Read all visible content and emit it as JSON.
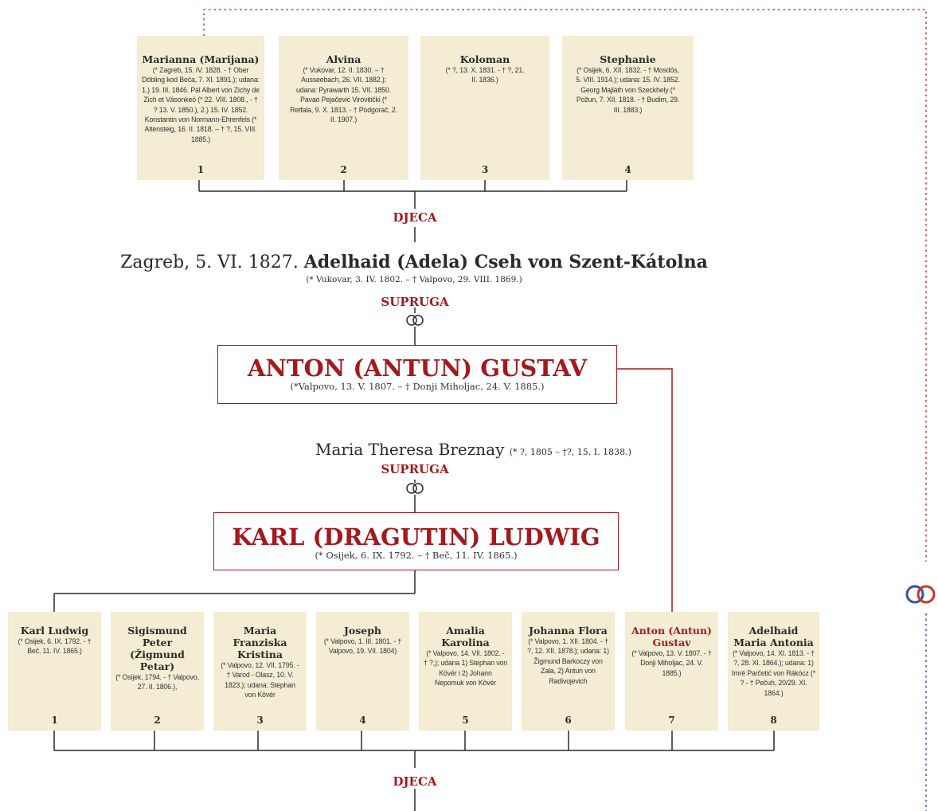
{
  "top_children": [
    {
      "name": "Marianna (Marijana)",
      "info": "(* Zagreb, 15. IV. 1828. - † Ober Döbling kod Beča, 7. XI. 1891.); udana: 1.) 19. III. 1846. Pál Albert von Zichy de Zich et Vásonkeö (* 22. VIII. 1808., - † ? 13. V. 1850.), 2.) 15. IV. 1852. Konstantin von Normann-Ehrenfels (* Altensteig, 16. II. 1818. – † ?, 15. VIII. 1885.)",
      "num": "1"
    },
    {
      "name": "Alvina",
      "info": "(* Vukovar, 12. II. 1830. – † Ausseebach, 26. VII. 1882.); udana: Pyrawarth 15. VII. 1850. Pavao Pejačević Virovitički (* Retfala, 9. X. 1813. - † Podgorač, 2. II. 1907.)",
      "num": "2"
    },
    {
      "name": "Koloman",
      "info": "(* ?, 13. X. 1831. - † ?, 21. II. 1836.)",
      "num": "3"
    },
    {
      "name": "Stephanie",
      "info": "(* Osijek, 6. XII. 1832. - † Mosdós, 5. VIII. 1914.); udana: 15. IV. 1852. Georg Majláth von Szeckhely (* Požun, 7. XII. 1818. - † Budim, 29. III. 1883.)",
      "num": "4"
    }
  ],
  "labels": {
    "djeca_top": "DJECA",
    "supruga_1": "SUPRUGA",
    "supruga_2": "SUPRUGA",
    "djeca_bottom": "DJECA"
  },
  "wife_1": {
    "place_date": "Zagreb, 5. VI. 1827.",
    "name": "Adelhaid (Adela) Cseh von Szent-Kátolna",
    "dates": "(* Vukovar, 3. IV. 1802. – † Valpovo, 29. VIII. 1869.)"
  },
  "anton": {
    "name": "ANTON (ANTUN) GUSTAV",
    "dates": "(*Valpovo, 13. V. 1807. – † Donji Miholjac, 24. V. 1885.)"
  },
  "wife_2": {
    "name": "Maria Theresa Breznay",
    "dates": "(* ?, 1805 – †?, 15. I. 1838.)"
  },
  "karl": {
    "name": "KARL (DRAGUTIN) LUDWIG",
    "dates": "(* Osijek, 6. IX. 1792. – † Beč, 11. IV. 1865.)"
  },
  "bottom_children": [
    {
      "name": "Karl Ludwig",
      "info": "(* Osijek, 6. IX. 1792. - † Beč, 11. IV. 1865.)",
      "num": "1",
      "highlight": false
    },
    {
      "name": "Sigismund Peter (Žigmund Petar)",
      "info": "(* Osijek, 1794. - † Valpovo, 27. II. 1806.),",
      "num": "2",
      "highlight": false
    },
    {
      "name": "Maria Franziska Kristina",
      "info": "(* Valpovo, 12. VII. 1795. - † Varod - Olasz, 10. V. 1823.); udana: Stephan von Kövér",
      "num": "3",
      "highlight": false
    },
    {
      "name": "Joseph",
      "info": "(* Valpovo, 1. III. 1801. - † Valpovo, 19. VII. 1804)",
      "num": "4",
      "highlight": false
    },
    {
      "name": "Amalia Karolina",
      "info": "(* Valpovo, 14. VII. 1802. - † ?,); udana 1) Stephan von Kövér i 2) Johann Nepomuk von Kövér",
      "num": "5",
      "highlight": false
    },
    {
      "name": "Johanna Flora",
      "info": "(* Valpovo, 1. XII. 1804. - † ?, 12. XII. 1878.); udana: 1) Žigmund Barkoczy von Zala, 2) Antun von Radivojevich",
      "num": "6",
      "highlight": false
    },
    {
      "name": "Anton (Antun) Gustav",
      "info": "(* Valpovo, 13. V. 1807. - † Donji Miholjac, 24. V. 1885.)",
      "num": "7",
      "highlight": true
    },
    {
      "name": "Adelhaid Maria Antonia",
      "info": "(* Valpovo, 14. XI. 1813. - † ?, 28. XI. 1864.); udana: 1) Imré Parčetić von Rákócz (* ? - † Pečuh, 20/29. XI. 1864.)",
      "num": "8",
      "highlight": false
    }
  ],
  "colors": {
    "accent": "#a3191e",
    "card": "#f4ecd3",
    "dotted_red": "#c0392b",
    "dotted_blue": "#3a4fa0"
  }
}
